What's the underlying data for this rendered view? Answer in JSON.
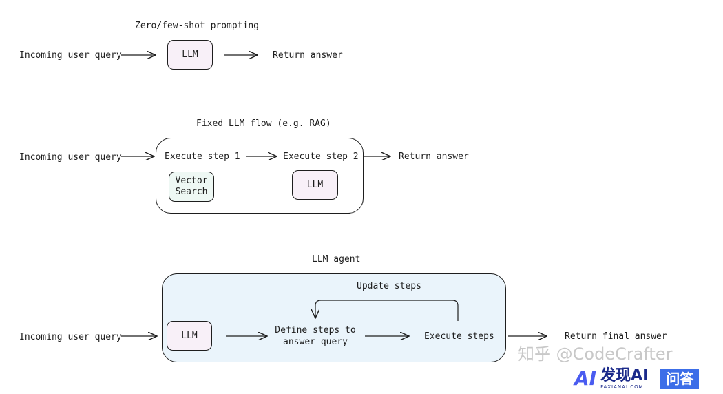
{
  "section1": {
    "title": "Zero/few-shot prompting",
    "input": "Incoming user query",
    "llm": "LLM",
    "output": "Return answer"
  },
  "section2": {
    "title": "Fixed LLM flow (e.g. RAG)",
    "input": "Incoming user query",
    "step1": "Execute step 1",
    "step2": "Execute step 2",
    "vector_search": "Vector Search",
    "llm": "LLM",
    "output": "Return answer"
  },
  "section3": {
    "title": "LLM agent",
    "input": "Incoming user query",
    "llm": "LLM",
    "define": "Define steps to answer query",
    "execute": "Execute steps",
    "loop": "Update steps",
    "output": "Return final answer"
  },
  "colors": {
    "llm_fill": "#f8f0f8",
    "vector_fill": "#eef8f4",
    "agent_fill": "#eaf4fb"
  },
  "watermark": {
    "text": "知乎 @CodeCrafter",
    "logo_main": "发现AI",
    "logo_sub": "FAXIANAI.COM",
    "logo_badge": "问答"
  }
}
